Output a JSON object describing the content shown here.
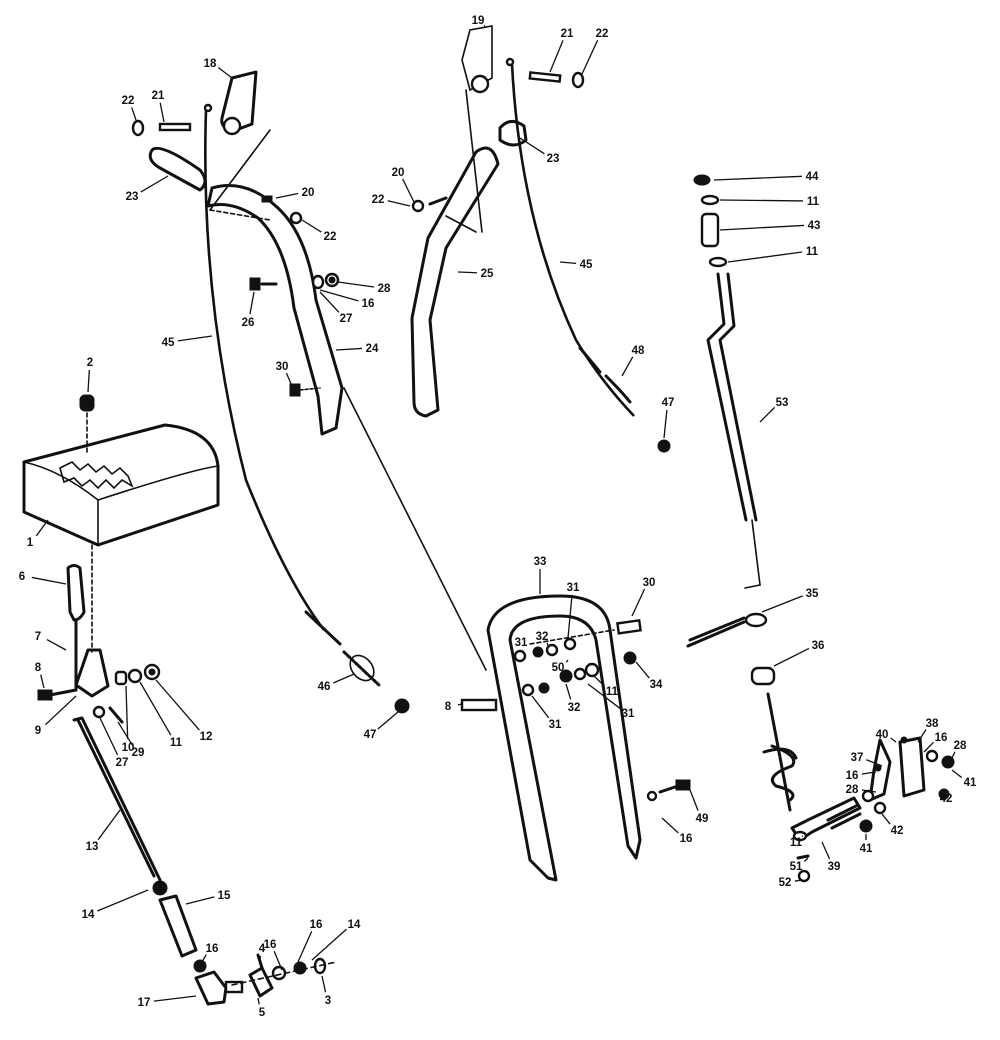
{
  "callouts": [
    {
      "label": "1"
    },
    {
      "label": "2"
    },
    {
      "label": "3"
    },
    {
      "label": "4"
    },
    {
      "label": "5"
    },
    {
      "label": "6"
    },
    {
      "label": "7"
    },
    {
      "label": "8"
    },
    {
      "label": "9"
    },
    {
      "label": "10"
    },
    {
      "label": "11"
    },
    {
      "label": "12"
    },
    {
      "label": "13"
    },
    {
      "label": "14"
    },
    {
      "label": "15"
    },
    {
      "label": "16"
    },
    {
      "label": "27"
    },
    {
      "label": "29"
    },
    {
      "label": "17"
    },
    {
      "label": "16"
    },
    {
      "label": "14"
    },
    {
      "label": "16"
    },
    {
      "label": "18"
    },
    {
      "label": "21"
    },
    {
      "label": "22"
    },
    {
      "label": "23"
    },
    {
      "label": "20"
    },
    {
      "label": "22"
    },
    {
      "label": "28"
    },
    {
      "label": "16"
    },
    {
      "label": "27"
    },
    {
      "label": "26"
    },
    {
      "label": "45"
    },
    {
      "label": "24"
    },
    {
      "label": "30"
    },
    {
      "label": "46"
    },
    {
      "label": "47"
    },
    {
      "label": "19"
    },
    {
      "label": "21"
    },
    {
      "label": "22"
    },
    {
      "label": "23"
    },
    {
      "label": "20"
    },
    {
      "label": "22"
    },
    {
      "label": "25"
    },
    {
      "label": "45"
    },
    {
      "label": "48"
    },
    {
      "label": "47"
    },
    {
      "label": "44"
    },
    {
      "label": "11"
    },
    {
      "label": "43"
    },
    {
      "label": "11"
    },
    {
      "label": "53"
    },
    {
      "label": "33"
    },
    {
      "label": "31"
    },
    {
      "label": "30"
    },
    {
      "label": "31"
    },
    {
      "label": "32"
    },
    {
      "label": "50"
    },
    {
      "label": "11"
    },
    {
      "label": "34"
    },
    {
      "label": "8"
    },
    {
      "label": "31"
    },
    {
      "label": "32"
    },
    {
      "label": "31"
    },
    {
      "label": "16"
    },
    {
      "label": "49"
    },
    {
      "label": "35"
    },
    {
      "label": "36"
    },
    {
      "label": "40"
    },
    {
      "label": "38"
    },
    {
      "label": "16"
    },
    {
      "label": "28"
    },
    {
      "label": "37"
    },
    {
      "label": "16"
    },
    {
      "label": "28"
    },
    {
      "label": "41"
    },
    {
      "label": "42"
    },
    {
      "label": "42"
    },
    {
      "label": "41"
    },
    {
      "label": "11"
    },
    {
      "label": "39"
    },
    {
      "label": "51"
    },
    {
      "label": "52"
    }
  ]
}
